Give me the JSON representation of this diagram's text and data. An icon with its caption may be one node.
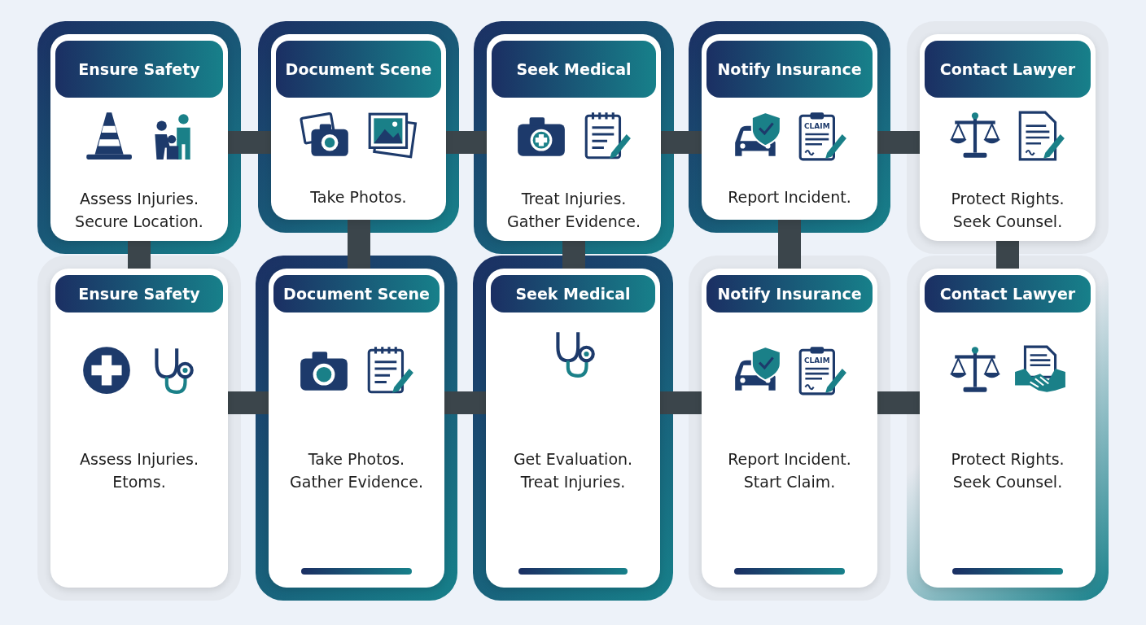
{
  "diagram": {
    "nodes": [
      {
        "text": [
          "Ensure Safety",
          "Assess Injuries. Secure Location."
        ]
      },
      {
        "text": [
          "Document Scene",
          "Take Photos."
        ]
      },
      {
        "text": [
          "Seek Medical",
          "Treat Injuries. Gather Evidence."
        ]
      },
      {
        "text": [
          "Notify Insurance",
          "Report Incident."
        ]
      },
      {
        "text": [
          "Contact Lawyer",
          "Protect Rights. Seek Counsel."
        ]
      },
      {
        "text": [
          "Ensure Safety",
          "Assess Injuries. Etoms."
        ]
      },
      {
        "text": [
          "Document Scene",
          "Take Photos. Gather Evidence."
        ]
      },
      {
        "text": [
          "Seek Medical",
          "Get Evaluation. Treat Injuries."
        ]
      },
      {
        "text": [
          "Notify Insurance",
          "Report Incident. Start Claim."
        ]
      },
      {
        "text": [
          "Contact Lawyer",
          "Protect Rights. Seek Counsel."
        ]
      }
    ],
    "edges": [
      {
        "from": 0,
        "to": 1,
        "arrow": "none"
      },
      {
        "from": 1,
        "to": 2,
        "arrow": "none"
      },
      {
        "from": 2,
        "to": 3,
        "arrow": "none"
      },
      {
        "from": 3,
        "to": 4,
        "arrow": "none"
      },
      {
        "from": 0,
        "to": 5,
        "arrow": "none"
      },
      {
        "from": 1,
        "to": 6,
        "arrow": "none"
      },
      {
        "from": 2,
        "to": 7,
        "arrow": "none"
      },
      {
        "from": 3,
        "to": 8,
        "arrow": "none"
      },
      {
        "from": 4,
        "to": 9,
        "arrow": "none"
      },
      {
        "from": 5,
        "to": 6,
        "arrow": "none"
      },
      {
        "from": 6,
        "to": 7,
        "arrow": "none"
      },
      {
        "from": 7,
        "to": 8,
        "arrow": "none"
      },
      {
        "from": 8,
        "to": 9,
        "arrow": "none"
      }
    ],
    "labels": [
      "CLAIM",
      "CLAIM"
    ]
  }
}
